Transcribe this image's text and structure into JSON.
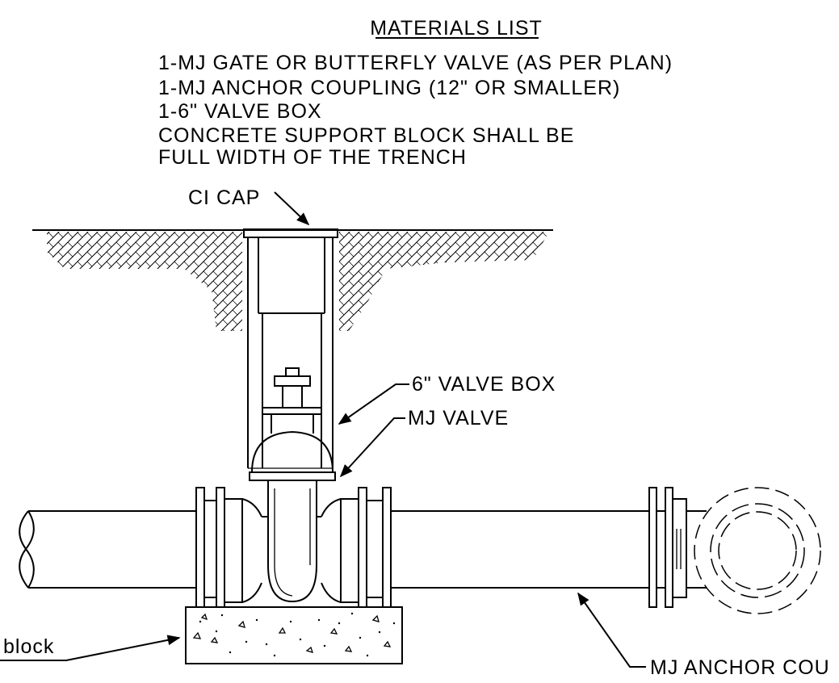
{
  "materials": {
    "title": "MATERIALS LIST",
    "items": [
      "1-MJ GATE OR BUTTERFLY VALVE (AS PER PLAN)",
      "1-MJ ANCHOR COUPLING (12\" OR SMALLER)",
      "1-6\" VALVE BOX",
      "CONCRETE SUPPORT BLOCK SHALL BE",
      "FULL WIDTH OF THE TRENCH"
    ]
  },
  "labels": {
    "ci_cap": "CI CAP",
    "valve_box": "6\" VALVE BOX",
    "mj_valve": "MJ VALVE",
    "support_block": "block",
    "mj_anchor": "MJ ANCHOR COU"
  }
}
